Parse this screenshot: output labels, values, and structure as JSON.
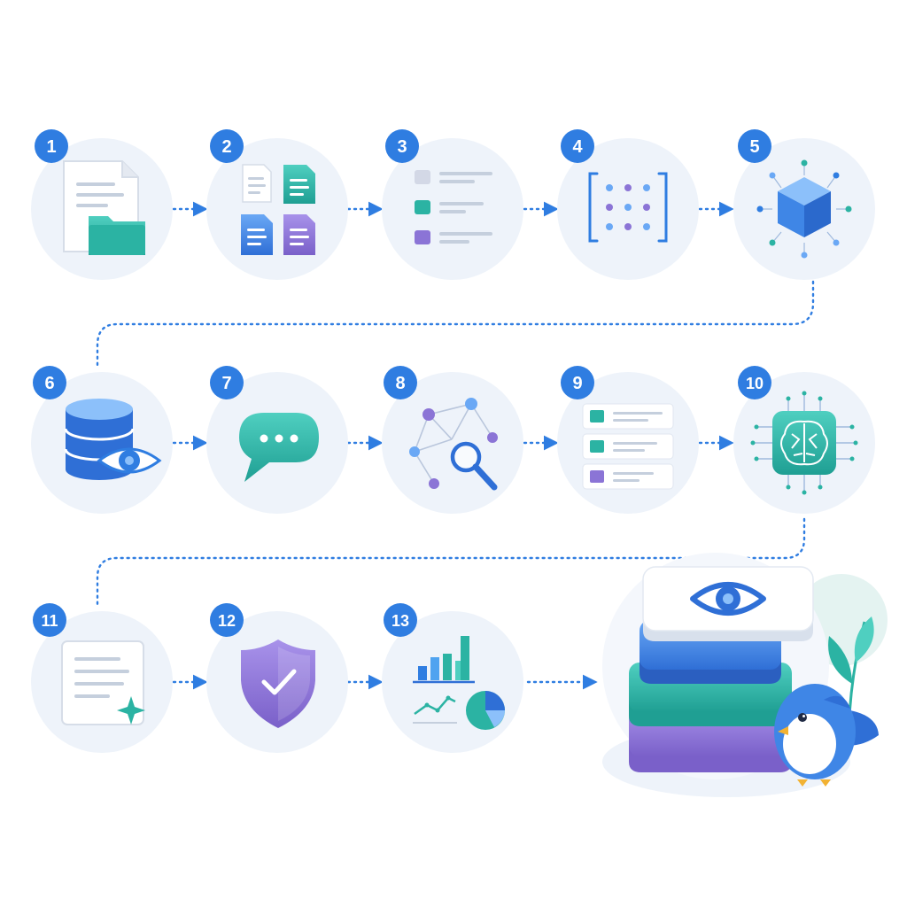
{
  "steps": [
    {
      "number": "1",
      "icon": "document-folder-icon"
    },
    {
      "number": "2",
      "icon": "multiple-documents-icon"
    },
    {
      "number": "3",
      "icon": "categorized-list-icon"
    },
    {
      "number": "4",
      "icon": "vector-matrix-icon"
    },
    {
      "number": "5",
      "icon": "embedding-cube-icon"
    },
    {
      "number": "6",
      "icon": "database-eye-icon"
    },
    {
      "number": "7",
      "icon": "chat-bubble-icon"
    },
    {
      "number": "8",
      "icon": "graph-search-icon"
    },
    {
      "number": "9",
      "icon": "ranked-list-icon"
    },
    {
      "number": "10",
      "icon": "ai-chip-icon"
    },
    {
      "number": "11",
      "icon": "generated-document-icon"
    },
    {
      "number": "12",
      "icon": "shield-check-icon"
    },
    {
      "number": "13",
      "icon": "analytics-charts-icon"
    }
  ],
  "colors": {
    "accent_blue": "#2f7de1",
    "teal": "#2bb3a3",
    "purple": "#8b74d6",
    "circle_bg": "#eef3fa",
    "connector": "#2f7de1"
  }
}
